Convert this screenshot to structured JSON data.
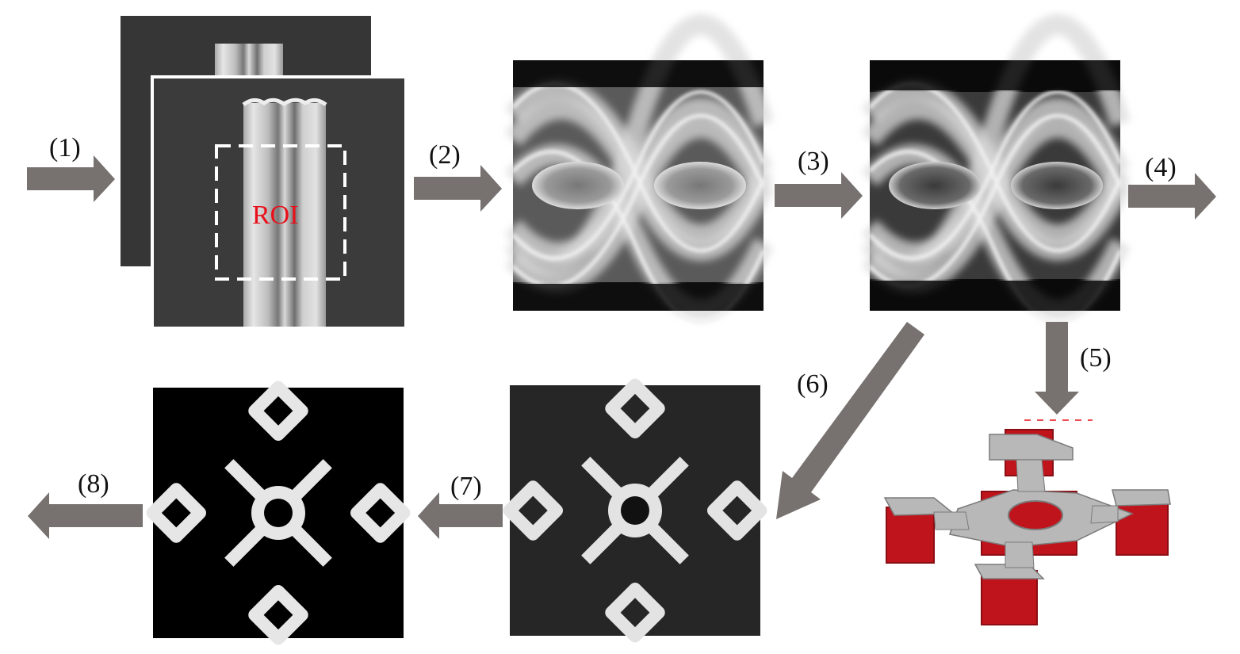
{
  "steps": {
    "s1": "(1)",
    "s2": "(2)",
    "s3": "(3)",
    "s4": "(4)",
    "s5": "(5)",
    "s6": "(6)",
    "s7": "(7)",
    "s8": "(8)"
  },
  "roi_label": "ROI",
  "colors": {
    "arrow": "#77716f",
    "roi_text": "#e8101a",
    "render_red": "#c0141c",
    "render_top": "#b8b8b8"
  }
}
